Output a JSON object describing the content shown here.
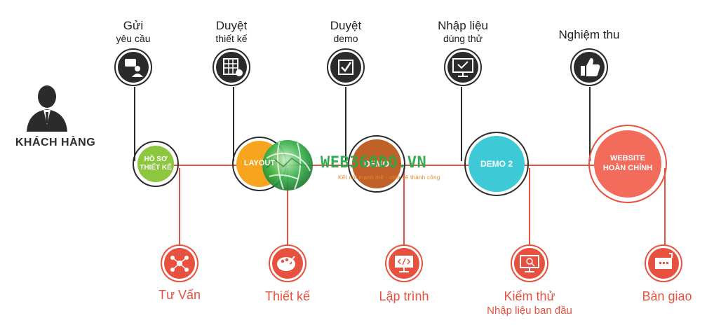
{
  "customer": {
    "label": "KHÁCH HÀNG",
    "icon": "customer-icon"
  },
  "top_steps": [
    {
      "line1": "Gửi",
      "line2": "yêu cầu",
      "icon": "request-icon"
    },
    {
      "line1": "Duyệt",
      "line2": "thiết kế",
      "icon": "design-approval-icon"
    },
    {
      "line1": "Duyệt",
      "line2": "demo",
      "icon": "checkbox-icon"
    },
    {
      "line1": "Nhập liệu",
      "line2": "dùng thử",
      "icon": "monitor-check-icon"
    },
    {
      "line1": "Nghiệm thu",
      "line2": "",
      "icon": "thumbs-up-icon"
    }
  ],
  "middle_stages": [
    {
      "line1": "HỒ SƠ",
      "line2": "THIẾT KẾ",
      "color": "#8dc63f"
    },
    {
      "line1": "LAYOUT",
      "line2": "",
      "color": "#f7a51e"
    },
    {
      "line1": "DEMO",
      "line2": "",
      "color": "#c0612a"
    },
    {
      "line1": "DEMO 2",
      "line2": "",
      "color": "#3dc9d6"
    },
    {
      "line1": "WEBSITE",
      "line2": "HOÀN CHỈNH",
      "color": "#f26b5b"
    }
  ],
  "bottom_steps": [
    {
      "label": "Tư Vấn",
      "sub": "",
      "icon": "network-icon"
    },
    {
      "label": "Thiết kế",
      "sub": "",
      "icon": "palette-icon"
    },
    {
      "label": "Lập trình",
      "sub": "",
      "icon": "code-monitor-icon"
    },
    {
      "label": "Kiểm thử",
      "sub": "Nhập liệu ban đầu",
      "icon": "monitor-search-icon"
    },
    {
      "label": "Bàn giao",
      "sub": "",
      "icon": "delivery-icon"
    }
  ],
  "watermark": {
    "title": "WEB360DO.VN",
    "subtitle": "Kết nối mạnh mẽ - chia sẻ thành công"
  },
  "colors": {
    "line": "#e8513f",
    "dark": "#2b2b2b",
    "text_red": "#e8513f"
  }
}
